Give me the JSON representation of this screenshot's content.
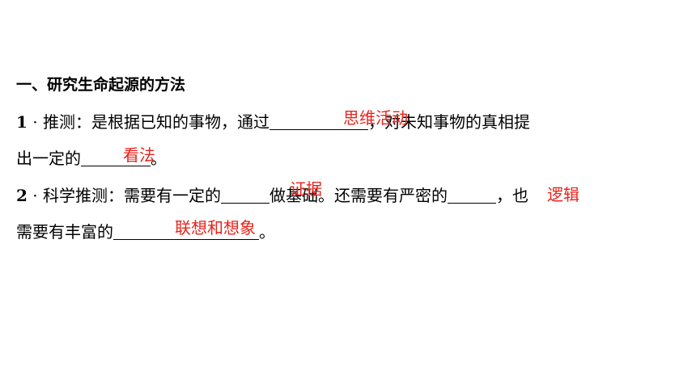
{
  "section_title": "一、研究生命起源的方法",
  "item1": {
    "number": "1",
    "dot": "·",
    "text_a": "推测：是根据已知的事物，通过",
    "text_b": "，对未知事物的真相提",
    "text_c": "出一定的",
    "text_d": "。",
    "answer_1": "思维活动",
    "answer_2": "看法"
  },
  "item2": {
    "number": "2",
    "dot": "·",
    "text_a": "科学推测：需要有一定的",
    "text_b": "做基础。还需要有严密的",
    "text_c": "，也",
    "text_d": "需要有丰富的",
    "text_e": "。",
    "answer_1": "证据",
    "answer_2": "逻辑",
    "answer_3": "联想和想象"
  },
  "colors": {
    "answer": "#e8231c",
    "text": "#000000",
    "background": "#ffffff"
  }
}
